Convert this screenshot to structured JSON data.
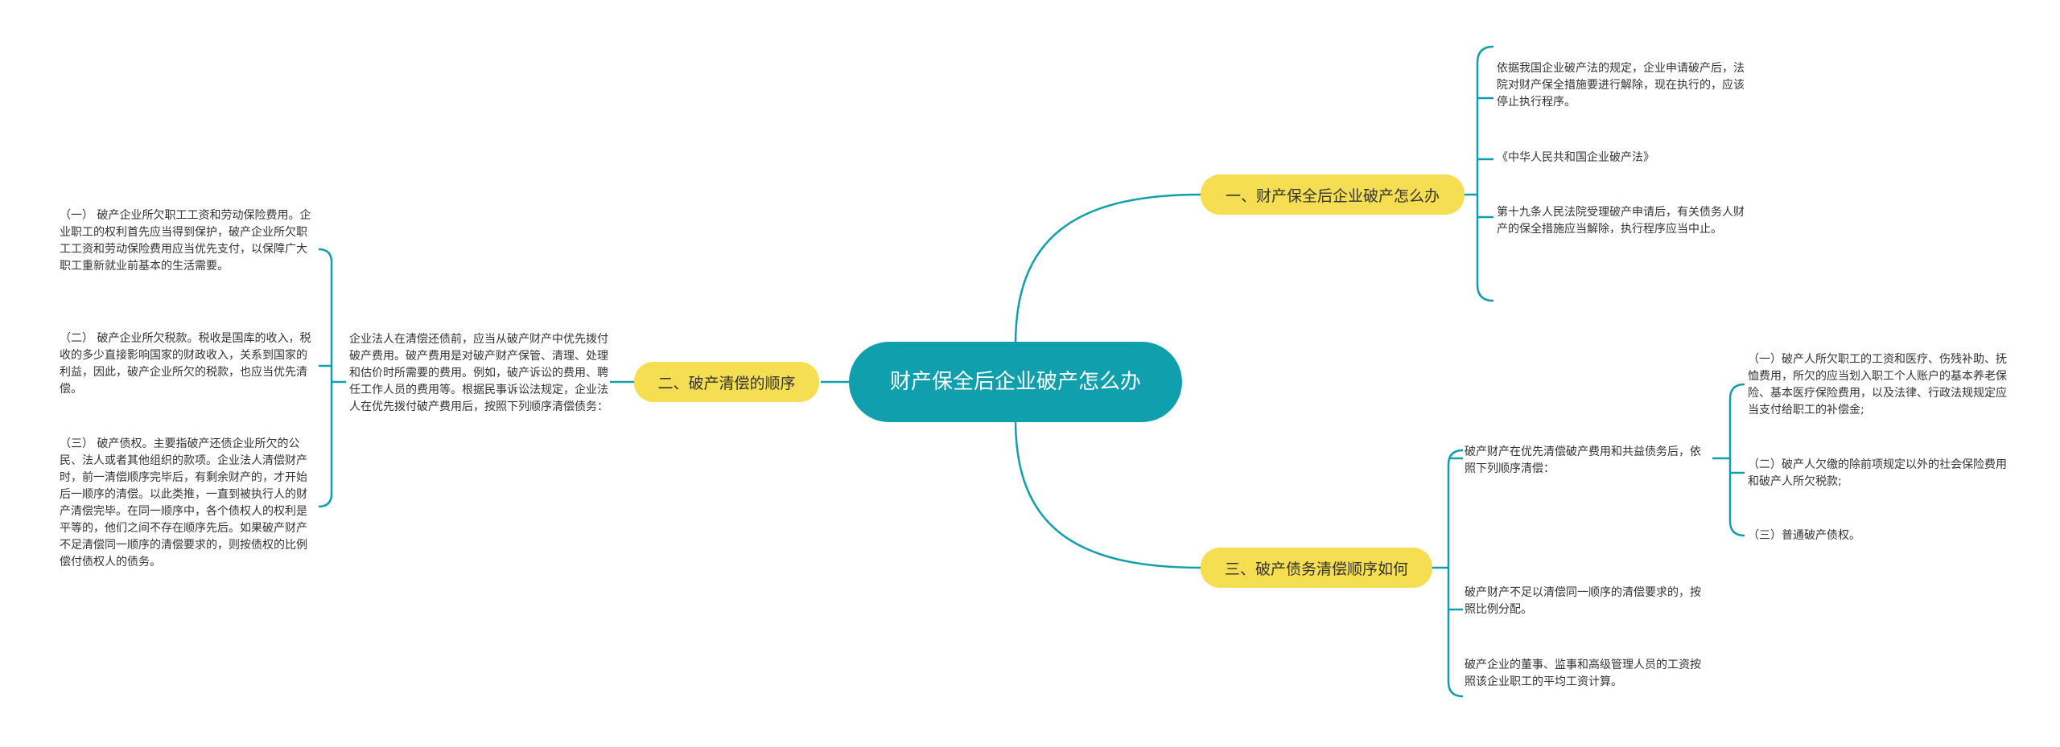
{
  "root": {
    "title": "财产保全后企业破产怎么办"
  },
  "branches": [
    {
      "label": "一、财产保全后企业破产怎么办",
      "leaves": [
        "依据我国企业破产法的规定，企业申请破产后，法院对财产保全措施要进行解除，现在执行的，应该停止执行程序。",
        "《中华人民共和国企业破产法》",
        "第十九条人民法院受理破产申请后，有关债务人财产的保全措施应当解除，执行程序应当中止。"
      ]
    },
    {
      "label": "二、破产清偿的顺序",
      "intro": "企业法人在清偿还债前，应当从破产财产中优先拨付破产费用。破产费用是对破产财产保管、清理、处理和估价时所需要的费用。例如，破产诉讼的费用、聘任工作人员的费用等。根据民事诉讼法规定，企业法人在优先拨付破产费用后，按照下列顺序清偿债务：",
      "leaves": [
        "（一） 破产企业所欠职工工资和劳动保险费用。企业职工的权利首先应当得到保护，破产企业所欠职工工资和劳动保险费用应当优先支付，以保障广大职工重新就业前基本的生活需要。",
        "（二） 破产企业所欠税款。税收是国库的收入，税收的多少直接影响国家的财政收入，关系到国家的利益，因此，破产企业所欠的税款，也应当优先清偿。",
        "（三） 破产债权。主要指破产还债企业所欠的公民、法人或者其他组织的款项。企业法人清偿财产时，前一清偿顺序完毕后，有剩余财产的，才开始后一顺序的清偿。以此类推，一直到被执行人的财产清偿完毕。在同一顺序中，各个债权人的权利是平等的，他们之间不存在顺序先后。如果破产财产不足清偿同一顺序的清偿要求的，则按债权的比例偿付债权人的债务。"
      ]
    },
    {
      "label": "三、破产债务清偿顺序如何",
      "leaves": [
        "破产财产在优先清偿破产费用和共益债务后，依照下列顺序清偿：",
        "破产财产不足以清偿同一顺序的清偿要求的，按照比例分配。",
        "破产企业的董事、监事和高级管理人员的工资按照该企业职工的平均工资计算。"
      ],
      "subleaves": [
        "（一）破产人所欠职工的工资和医疗、伤残补助、抚恤费用，所欠的应当划入职工个人账户的基本养老保险、基本医疗保险费用，以及法律、行政法规规定应当支付给职工的补偿金;",
        "（二）破产人欠缴的除前项规定以外的社会保险费用和破产人所欠税款;",
        "（三）普通破产债权。"
      ]
    }
  ],
  "colors": {
    "root": "#10a0ad",
    "branch": "#f5de52",
    "line": "#10a0ad"
  }
}
